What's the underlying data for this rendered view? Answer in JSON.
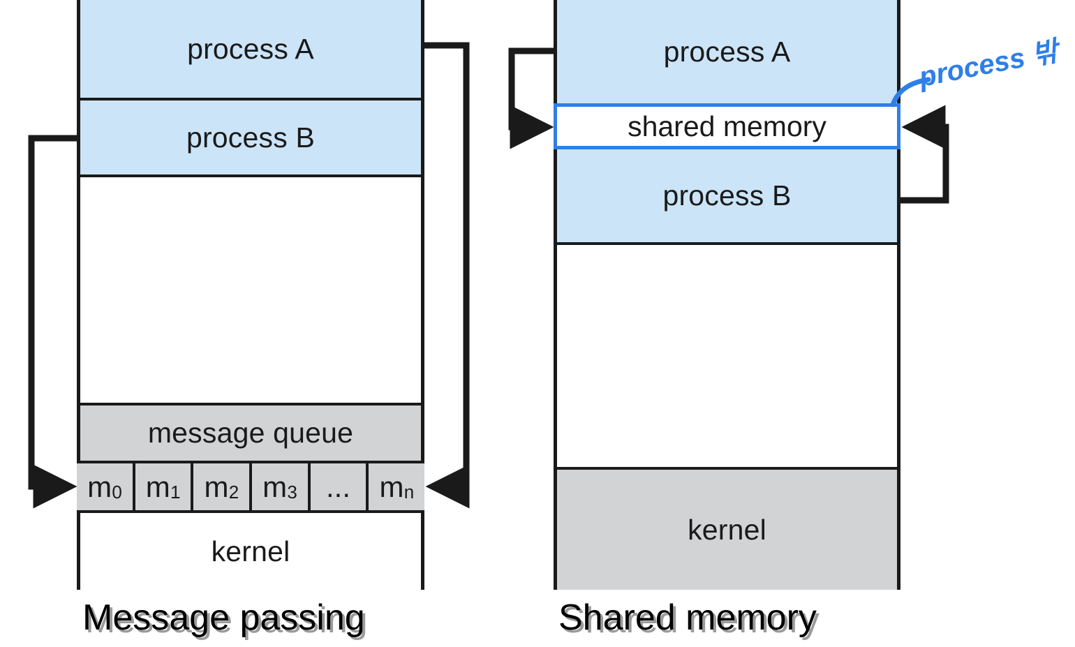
{
  "figure": {
    "title_left": "Message passing",
    "title_right": "Shared memory"
  },
  "message_passing": {
    "segments": [
      {
        "label": "process A",
        "fill": "blue"
      },
      {
        "label": "process B",
        "fill": "blue"
      },
      {
        "label": "",
        "fill": "white"
      },
      {
        "label": "message queue",
        "fill": "gray"
      },
      {
        "label": "kernel",
        "fill": "white"
      }
    ],
    "queue": {
      "cells": [
        {
          "base": "m",
          "sub": "0"
        },
        {
          "base": "m",
          "sub": "1"
        },
        {
          "base": "m",
          "sub": "2"
        },
        {
          "base": "m",
          "sub": "3"
        },
        {
          "base": "...",
          "sub": ""
        },
        {
          "base": "m",
          "sub": "n"
        }
      ]
    },
    "caption": "Message passing"
  },
  "shared_memory": {
    "segments": [
      {
        "label": "process A",
        "fill": "blue"
      },
      {
        "label": "process B",
        "fill": "blue"
      },
      {
        "label": "",
        "fill": "white"
      },
      {
        "label": "kernel",
        "fill": "gray"
      }
    ],
    "shared_block": "shared memory",
    "caption": "Shared memory"
  },
  "annotation": {
    "text": "process 밖",
    "color": "#2e7fe8"
  },
  "colors": {
    "process_fill": "#cbe4f7",
    "kernel_fill": "#d2d3d5",
    "outline": "#1a1a1a",
    "highlight": "#2e7fe8"
  }
}
